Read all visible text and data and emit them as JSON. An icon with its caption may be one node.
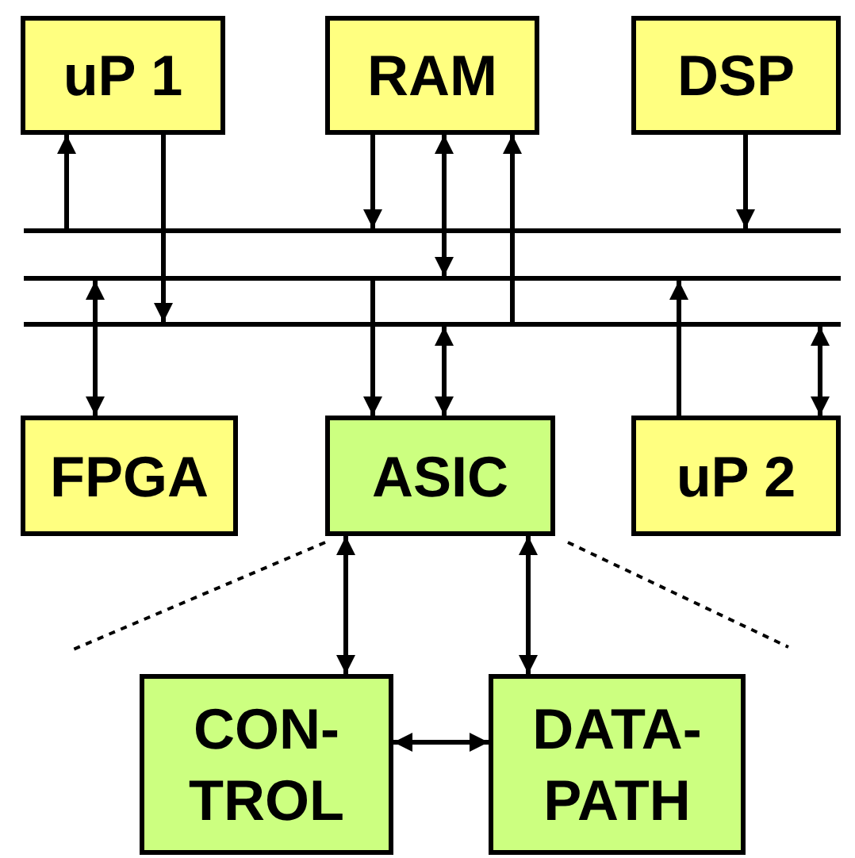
{
  "diagram": {
    "nodes": [
      {
        "text": [
          "uP 1"
        ]
      },
      {
        "text": [
          "RAM"
        ]
      },
      {
        "text": [
          "DSP"
        ]
      },
      {
        "text": [],
        "shape": "bar"
      },
      {
        "text": [],
        "shape": "bar"
      },
      {
        "text": [],
        "shape": "bar"
      },
      {
        "text": [
          "FPGA"
        ]
      },
      {
        "text": [
          "ASIC"
        ]
      },
      {
        "text": [
          "uP 2"
        ]
      },
      {
        "text": [
          "CON- TROL"
        ]
      },
      {
        "text": [
          "DATA- PATH"
        ]
      }
    ],
    "edges": [
      {
        "from": 3,
        "to": 0,
        "arrow": "to"
      },
      {
        "from": 0,
        "to": 5,
        "arrow": "to"
      },
      {
        "from": 1,
        "to": 3,
        "arrow": "to"
      },
      {
        "from": 1,
        "to": 4,
        "arrow": "both"
      },
      {
        "from": 5,
        "to": 1,
        "arrow": "to"
      },
      {
        "from": 2,
        "to": 3,
        "arrow": "to"
      },
      {
        "from": 4,
        "to": 6,
        "arrow": "both"
      },
      {
        "from": 4,
        "to": 7,
        "arrow": "to"
      },
      {
        "from": 5,
        "to": 7,
        "arrow": "both"
      },
      {
        "from": 8,
        "to": 4,
        "arrow": "to"
      },
      {
        "from": 5,
        "to": 8,
        "arrow": "both"
      },
      {
        "from": 7,
        "to": 9,
        "arrow": "both"
      },
      {
        "from": 7,
        "to": 10,
        "arrow": "both"
      },
      {
        "from": 9,
        "to": 10,
        "arrow": "both"
      }
    ]
  }
}
